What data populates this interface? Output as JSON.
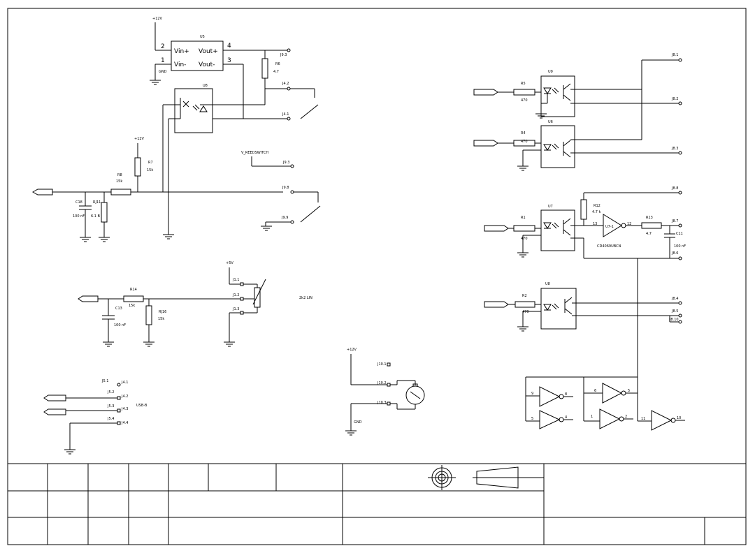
{
  "top_supply": {
    "p12v_top": "+12V",
    "gnd_top": "GND"
  },
  "u5": {
    "ref": "U5",
    "pin_vin_plus": "Vin+",
    "pin_vin_minus": "Vin-",
    "pin_vout_plus": "Vout+",
    "pin_vout_minus": "Vout-",
    "pin2": "2",
    "pin1": "1",
    "pin4": "4",
    "pin3": "3",
    "r6_ref": "R6",
    "r6_val": "4.7",
    "j63": "J9.3",
    "j42": "J4.2",
    "j41": "J4.1"
  },
  "u8_top": {
    "ref": "U8"
  },
  "input_left": {
    "p12v": "+12V",
    "r7_ref": "R7",
    "r7_val": "15k",
    "r8_ref": "R8",
    "r8_val": "15k",
    "c18_ref": "C18",
    "c18_val": "100 nF",
    "rj11_ref": "RJ11",
    "rj11_val": "6.1 B",
    "net_reedswitch": "V_REEDSWITCH",
    "j93": "J9.3",
    "j98": "J9.8",
    "j99": "J9.9"
  },
  "pot": {
    "p5v": "+5V",
    "r14_ref": "R14",
    "r14_val": "15k",
    "c13_ref": "C13",
    "c13_val": "100 nF",
    "rj16_ref": "RJ16",
    "rj16_val": "15k",
    "j1a": "J1.1",
    "j1b": "J1.2",
    "j1c": "J1.3",
    "label": "2k2 LIN"
  },
  "usb": {
    "j1": "J5.1",
    "j2": "J5.2",
    "j3": "J5.3",
    "j4": "J5.4",
    "p1": "J4.1",
    "p2": "J4.2",
    "p3": "J4.3",
    "p4": "J4.4",
    "label": "USB-B"
  },
  "motor": {
    "p12v": "+12V",
    "gnd": "GND",
    "j1": "J10.1",
    "j2": "J10.2",
    "j3": "J10.3"
  },
  "right_opto_1": {
    "r5_ref": "R5",
    "r5_val": "470",
    "u9_ref": "U9",
    "r4_ref": "R4",
    "r4_val": "470",
    "u6_ref": "U6",
    "j81": "J8.1",
    "j82": "J8.2",
    "j83": "J8.3"
  },
  "right_opto_2": {
    "j88": "J8.8",
    "r1_ref": "R1",
    "r1_val": "470",
    "u7_ref": "U7",
    "r12_ref": "R12",
    "r12_val": "4.7 k",
    "inv_ref": "U7-1",
    "pin_in": "13",
    "pin_out": "12",
    "inv_part": "CD4069UBCN",
    "r13_ref": "R13",
    "r13_val": "4.7",
    "c11_ref": "C11",
    "c11_val": "100 nF",
    "j87": "J8.7",
    "j86": "J8.6"
  },
  "right_opto_3": {
    "r2_ref": "R2",
    "r2_val": "470",
    "u8_ref": "U8",
    "j84": "J8.4",
    "j85": "J8.5",
    "j810": "J8.10"
  },
  "inverters": {
    "g1_in": "9",
    "g1_out": "8",
    "g2_in": "5",
    "g2_out": "4",
    "g3_in": "6",
    "g3_out": "5",
    "g4_in": "1",
    "g4_out": "2",
    "g5_in": "11",
    "g5_out": "10"
  }
}
